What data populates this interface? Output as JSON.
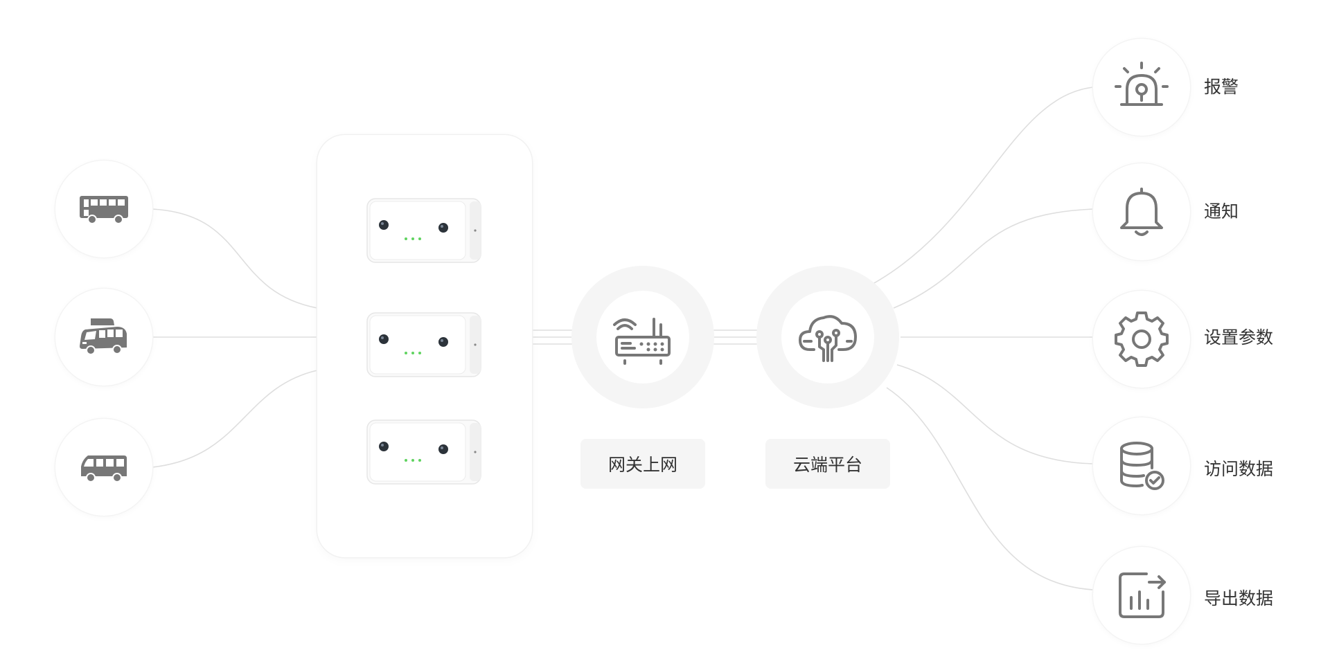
{
  "sources": [
    {
      "icon": "bus-icon"
    },
    {
      "icon": "school-bus-icon"
    },
    {
      "icon": "minibus-icon"
    }
  ],
  "device_panel": {
    "device_icon": "people-counter-camera-icon",
    "devices": 3
  },
  "gateway": {
    "label": "网关上网",
    "icon": "router-icon"
  },
  "cloud": {
    "label": "云端平台",
    "icon": "cloud-circuit-icon"
  },
  "outputs": [
    {
      "label": "报警",
      "icon": "alarm-icon"
    },
    {
      "label": "通知",
      "icon": "bell-icon"
    },
    {
      "label": "设置参数",
      "icon": "gear-icon"
    },
    {
      "label": "访问数据",
      "icon": "database-check-icon"
    },
    {
      "label": "导出数据",
      "icon": "chart-export-icon"
    }
  ],
  "colors": {
    "icon": "#777777",
    "connector": "#dedede",
    "hub_ring": "#f5f5f5",
    "led": "#5fd35f"
  }
}
